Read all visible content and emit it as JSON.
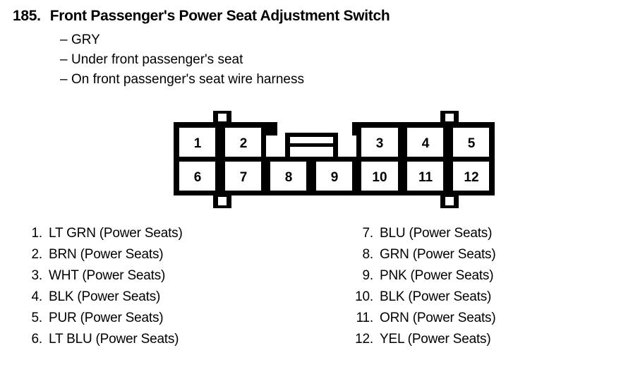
{
  "header": {
    "number": "185.",
    "title": "Front Passenger's Power Seat Adjustment Switch",
    "bullet_dash": "–",
    "bullets": [
      "GRY",
      "Under front passenger's seat",
      "On front passenger's seat wire harness"
    ]
  },
  "connector": {
    "name": "12-pin connector face view",
    "top_row": [
      "1",
      "2",
      "3",
      "4",
      "5"
    ],
    "bottom_row": [
      "6",
      "7",
      "8",
      "9",
      "10",
      "11",
      "12"
    ],
    "latch_label": "center-latch",
    "line_color": "#000000",
    "fill_color": "#ffffff"
  },
  "legend": {
    "left": [
      {
        "num": "1.",
        "label": "LT GRN (Power Seats)"
      },
      {
        "num": "2.",
        "label": "BRN (Power Seats)"
      },
      {
        "num": "3.",
        "label": "WHT (Power Seats)"
      },
      {
        "num": "4.",
        "label": "BLK (Power Seats)"
      },
      {
        "num": "5.",
        "label": "PUR (Power Seats)"
      },
      {
        "num": "6.",
        "label": "LT BLU (Power Seats)"
      }
    ],
    "right": [
      {
        "num": "7.",
        "label": "BLU (Power Seats)"
      },
      {
        "num": "8.",
        "label": "GRN (Power Seats)"
      },
      {
        "num": "9.",
        "label": "PNK (Power Seats)"
      },
      {
        "num": "10.",
        "label": "BLK (Power Seats)"
      },
      {
        "num": "11.",
        "label": "ORN (Power Seats)"
      },
      {
        "num": "12.",
        "label": "YEL (Power Seats)"
      }
    ]
  }
}
